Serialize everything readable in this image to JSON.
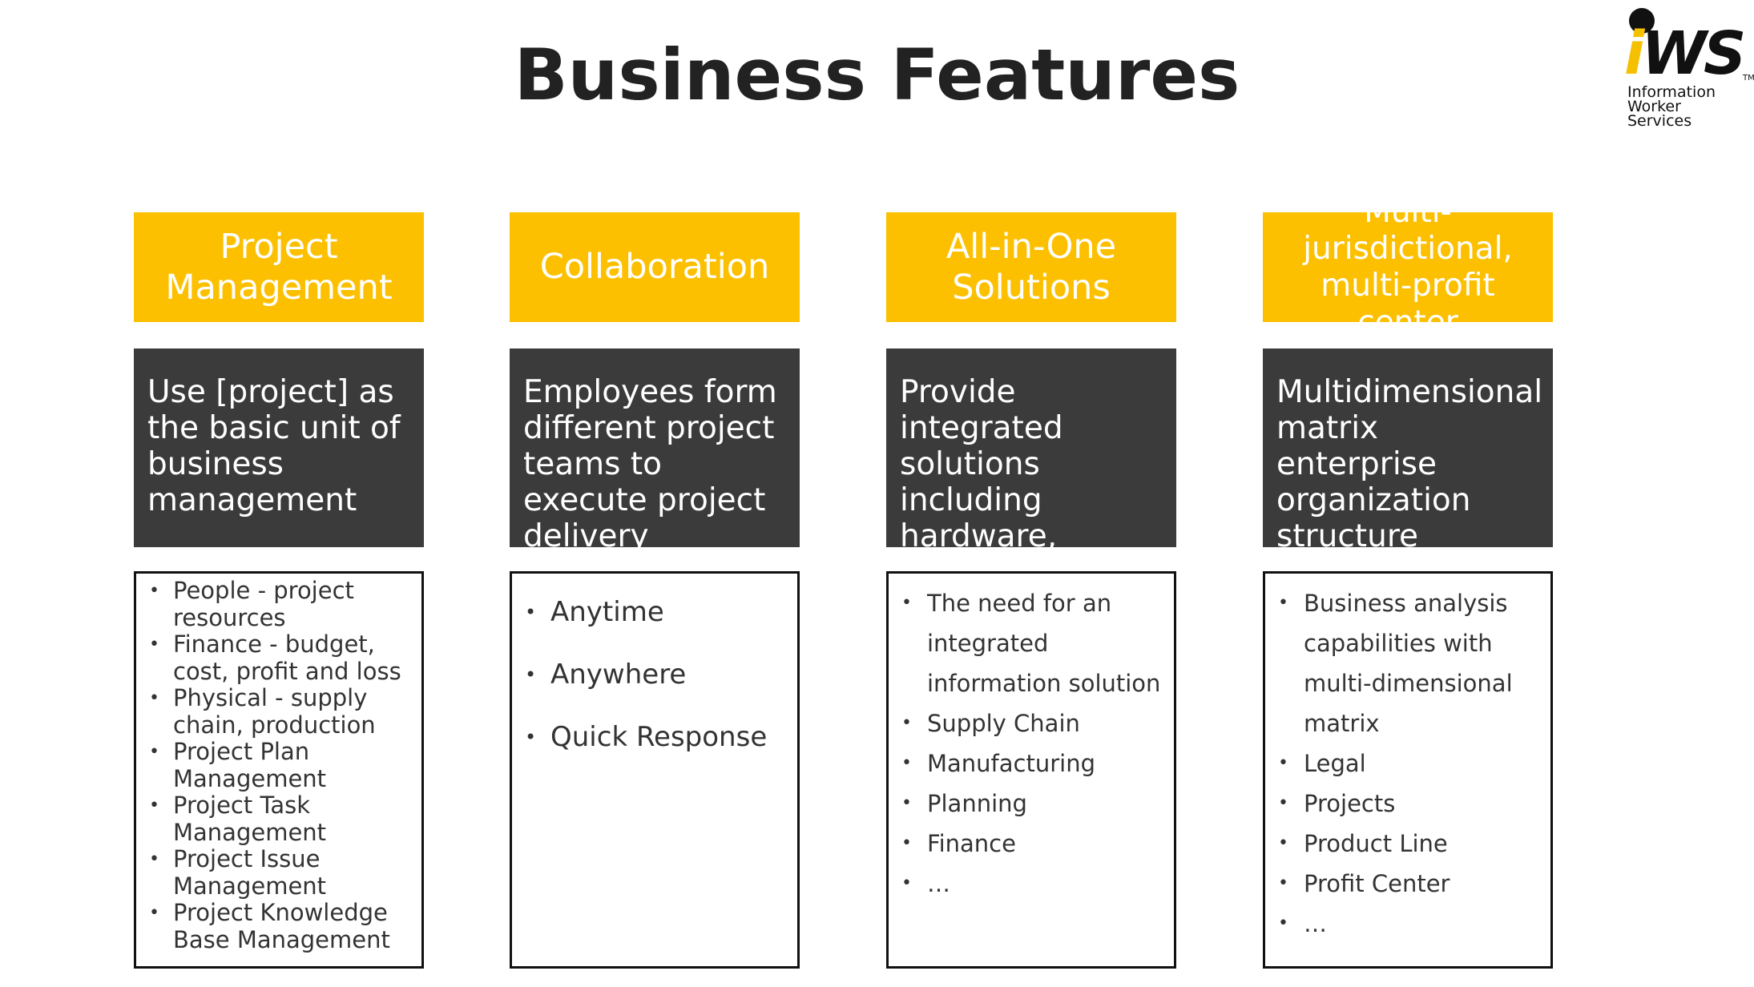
{
  "title": "Business Features",
  "logo": {
    "word": "iWS",
    "tm": "TM",
    "sub": [
      "Information",
      "Worker",
      "Services"
    ]
  },
  "columns": [
    {
      "heading": "Project Management",
      "description": "Use [project] as the basic unit of business management",
      "items": [
        "People - project resources",
        "Finance - budget, cost, profit and loss",
        "Physical - supply chain, production",
        "Project Plan Management",
        "Project Task Management",
        "Project Issue Management",
        "Project Knowledge Base Management"
      ]
    },
    {
      "heading": "Collaboration",
      "description": "Employees form different project teams to execute project delivery",
      "items": [
        "Anytime",
        "Anywhere",
        "Quick Response"
      ]
    },
    {
      "heading": "All-in-One Solutions",
      "description": "Provide integrated solutions including hardware, software and services",
      "items": [
        "The need for an integrated information solution",
        "Supply Chain",
        "Manufacturing",
        "Planning",
        "Finance",
        "…"
      ]
    },
    {
      "heading": "Multi-jurisdictional, multi-profit center",
      "description": "Multidimensional matrix enterprise organization structure",
      "items": [
        "Business analysis capabilities with multi-dimensional matrix",
        "Legal",
        "Projects",
        "Product Line",
        "Profit Center",
        "…"
      ]
    }
  ],
  "colors": {
    "accent": "#fcc000",
    "dark": "#3b3b3b",
    "text": "#333333"
  }
}
